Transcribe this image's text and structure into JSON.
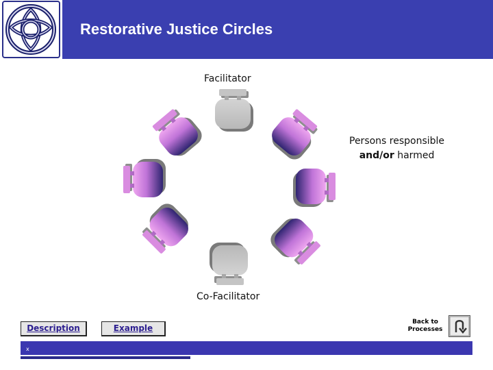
{
  "header": {
    "title": "Restorative Justice Circles",
    "logo_icon": "celtic-knot-logo",
    "bar_color": "#3a3fb0"
  },
  "diagram": {
    "facilitator_label": "Facilitator",
    "cofacilitator_label": "Co-Facilitator",
    "persons_line1": "Persons responsible",
    "persons_line2_bold": "and/or",
    "persons_line2_rest": " harmed",
    "chair_icon": "chair-icon",
    "colors": {
      "facilitator": "#c8c8c8",
      "participant_light": "#e69ae8",
      "participant_dark": "#3a2a80"
    }
  },
  "nav": {
    "description_label": "Description",
    "example_label": "Example",
    "back_label_line1": "Back to",
    "back_label_line2": "Processes",
    "back_icon": "u-turn-arrow-icon"
  },
  "footer": {
    "mark": "x",
    "bar_color": "#3b37b0"
  }
}
